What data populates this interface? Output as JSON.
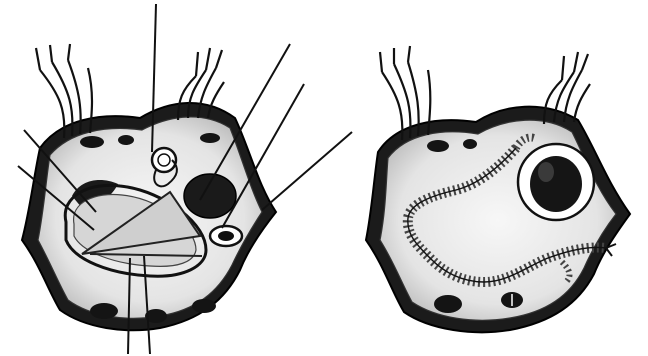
{
  "figure": {
    "panels": [
      {
        "id": "left",
        "items": [
          "bone-section",
          "vessel-bundle",
          "vessel-bundle",
          "cardiac-valve-structure",
          "leader-lines"
        ]
      },
      {
        "id": "right",
        "items": [
          "bone-section",
          "vessel-bundle",
          "vessel-bundle",
          "suture-ring",
          "chain-stitch-line"
        ]
      }
    ],
    "colors": {
      "background": "#ffffff",
      "ink": "#111111",
      "fill_light": "#e8e8e8",
      "fill_mid": "#c9c9c9",
      "dark_spot": "#141414",
      "cross_hatch": "#444444"
    }
  }
}
